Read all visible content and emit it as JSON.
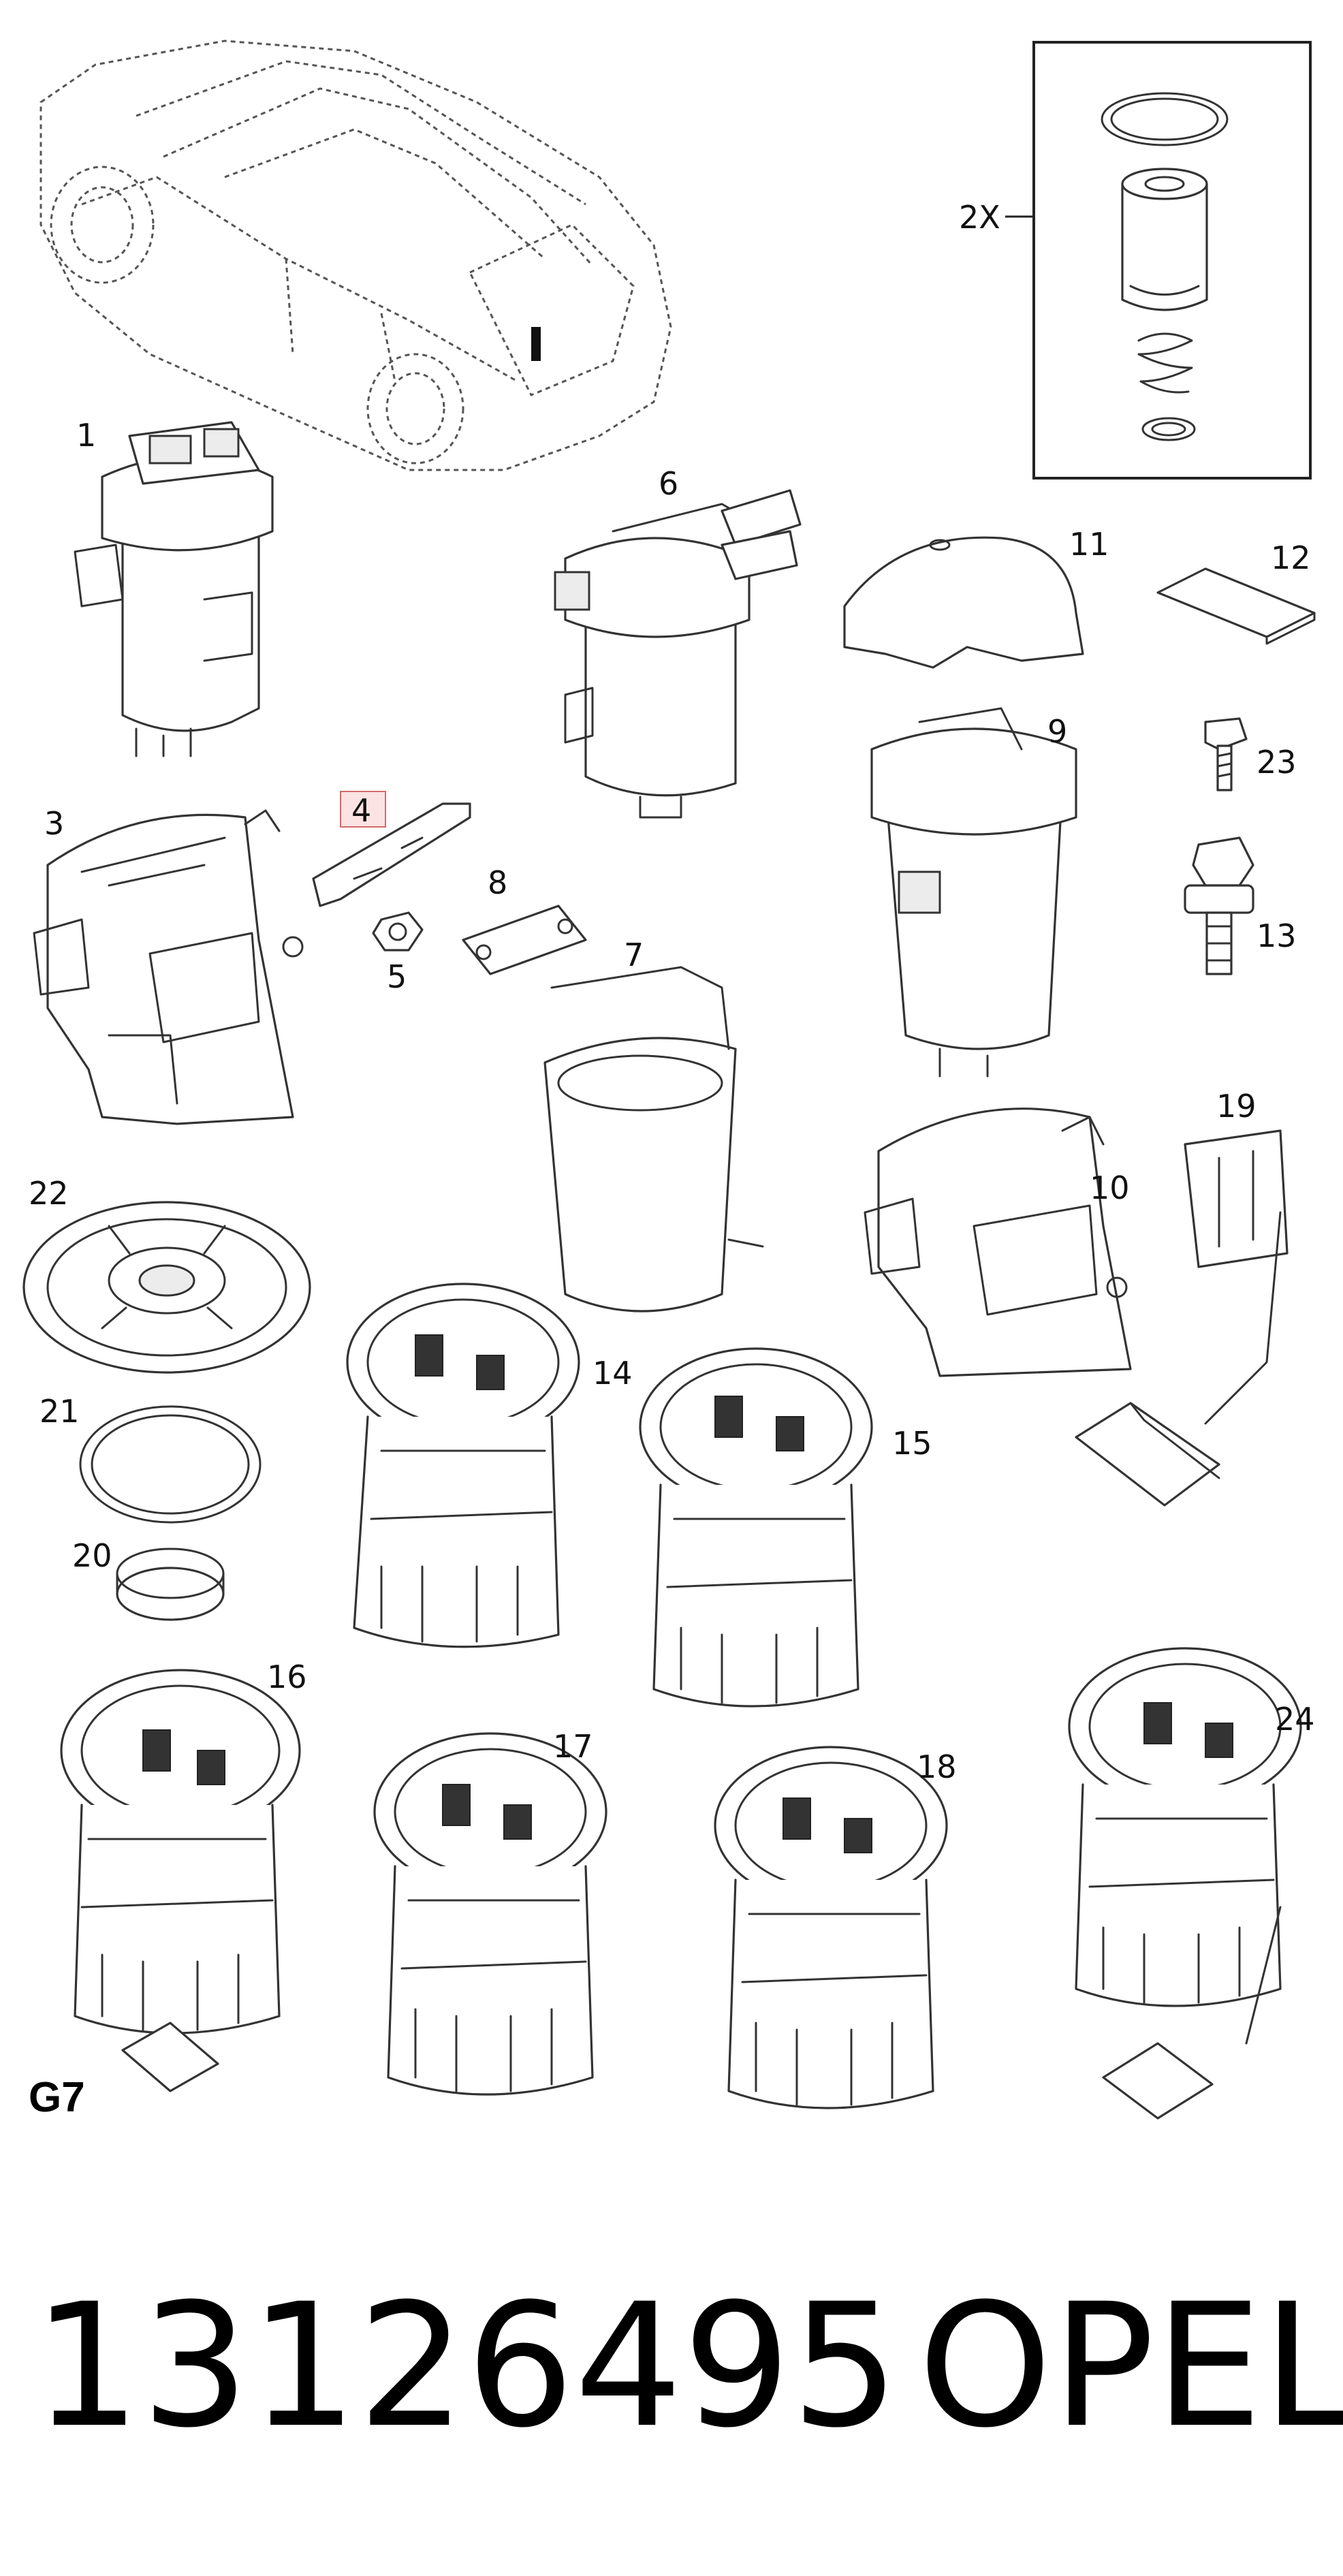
{
  "diagram": {
    "section_code": "G7",
    "part_number": "13126495",
    "brand": "OPEL",
    "inset_multiplier": "2X",
    "highlighted_label": "4",
    "labels": {
      "p1": "1",
      "p3": "3",
      "p4": "4",
      "p5": "5",
      "p6": "6",
      "p7": "7",
      "p8": "8",
      "p9": "9",
      "p10": "10",
      "p11": "11",
      "p12": "12",
      "p13": "13",
      "p14": "14",
      "p15": "15",
      "p16": "16",
      "p17": "17",
      "p18": "18",
      "p19": "19",
      "p20": "20",
      "p21": "21",
      "p22": "22",
      "p23": "23",
      "p24": "24"
    }
  }
}
